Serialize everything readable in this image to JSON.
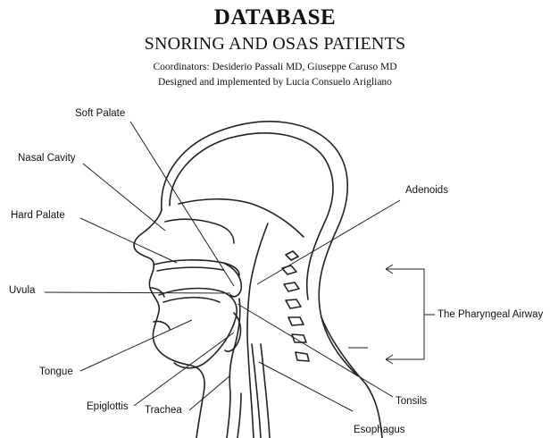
{
  "header": {
    "title": "DATABASE",
    "subtitle": "SNORING AND OSAS PATIENTS",
    "coordinators": "Coordinators: Desiderio Passali MD, Giuseppe Caruso MD",
    "credits": "Designed and implemented by Lucia Consuelo Arigliano"
  },
  "labels": {
    "soft_palate": "Soft Palate",
    "nasal_cavity": "Nasal Cavity",
    "hard_palate": "Hard Palate",
    "uvula": "Uvula",
    "tongue": "Tongue",
    "epiglottis": "Epiglottis",
    "trachea": "Trachea",
    "adenoids": "Adenoids",
    "pharyngeal_airway": "The Pharyngeal Airway",
    "tonsils": "Tonsils",
    "esophagus": "Esophagus"
  }
}
